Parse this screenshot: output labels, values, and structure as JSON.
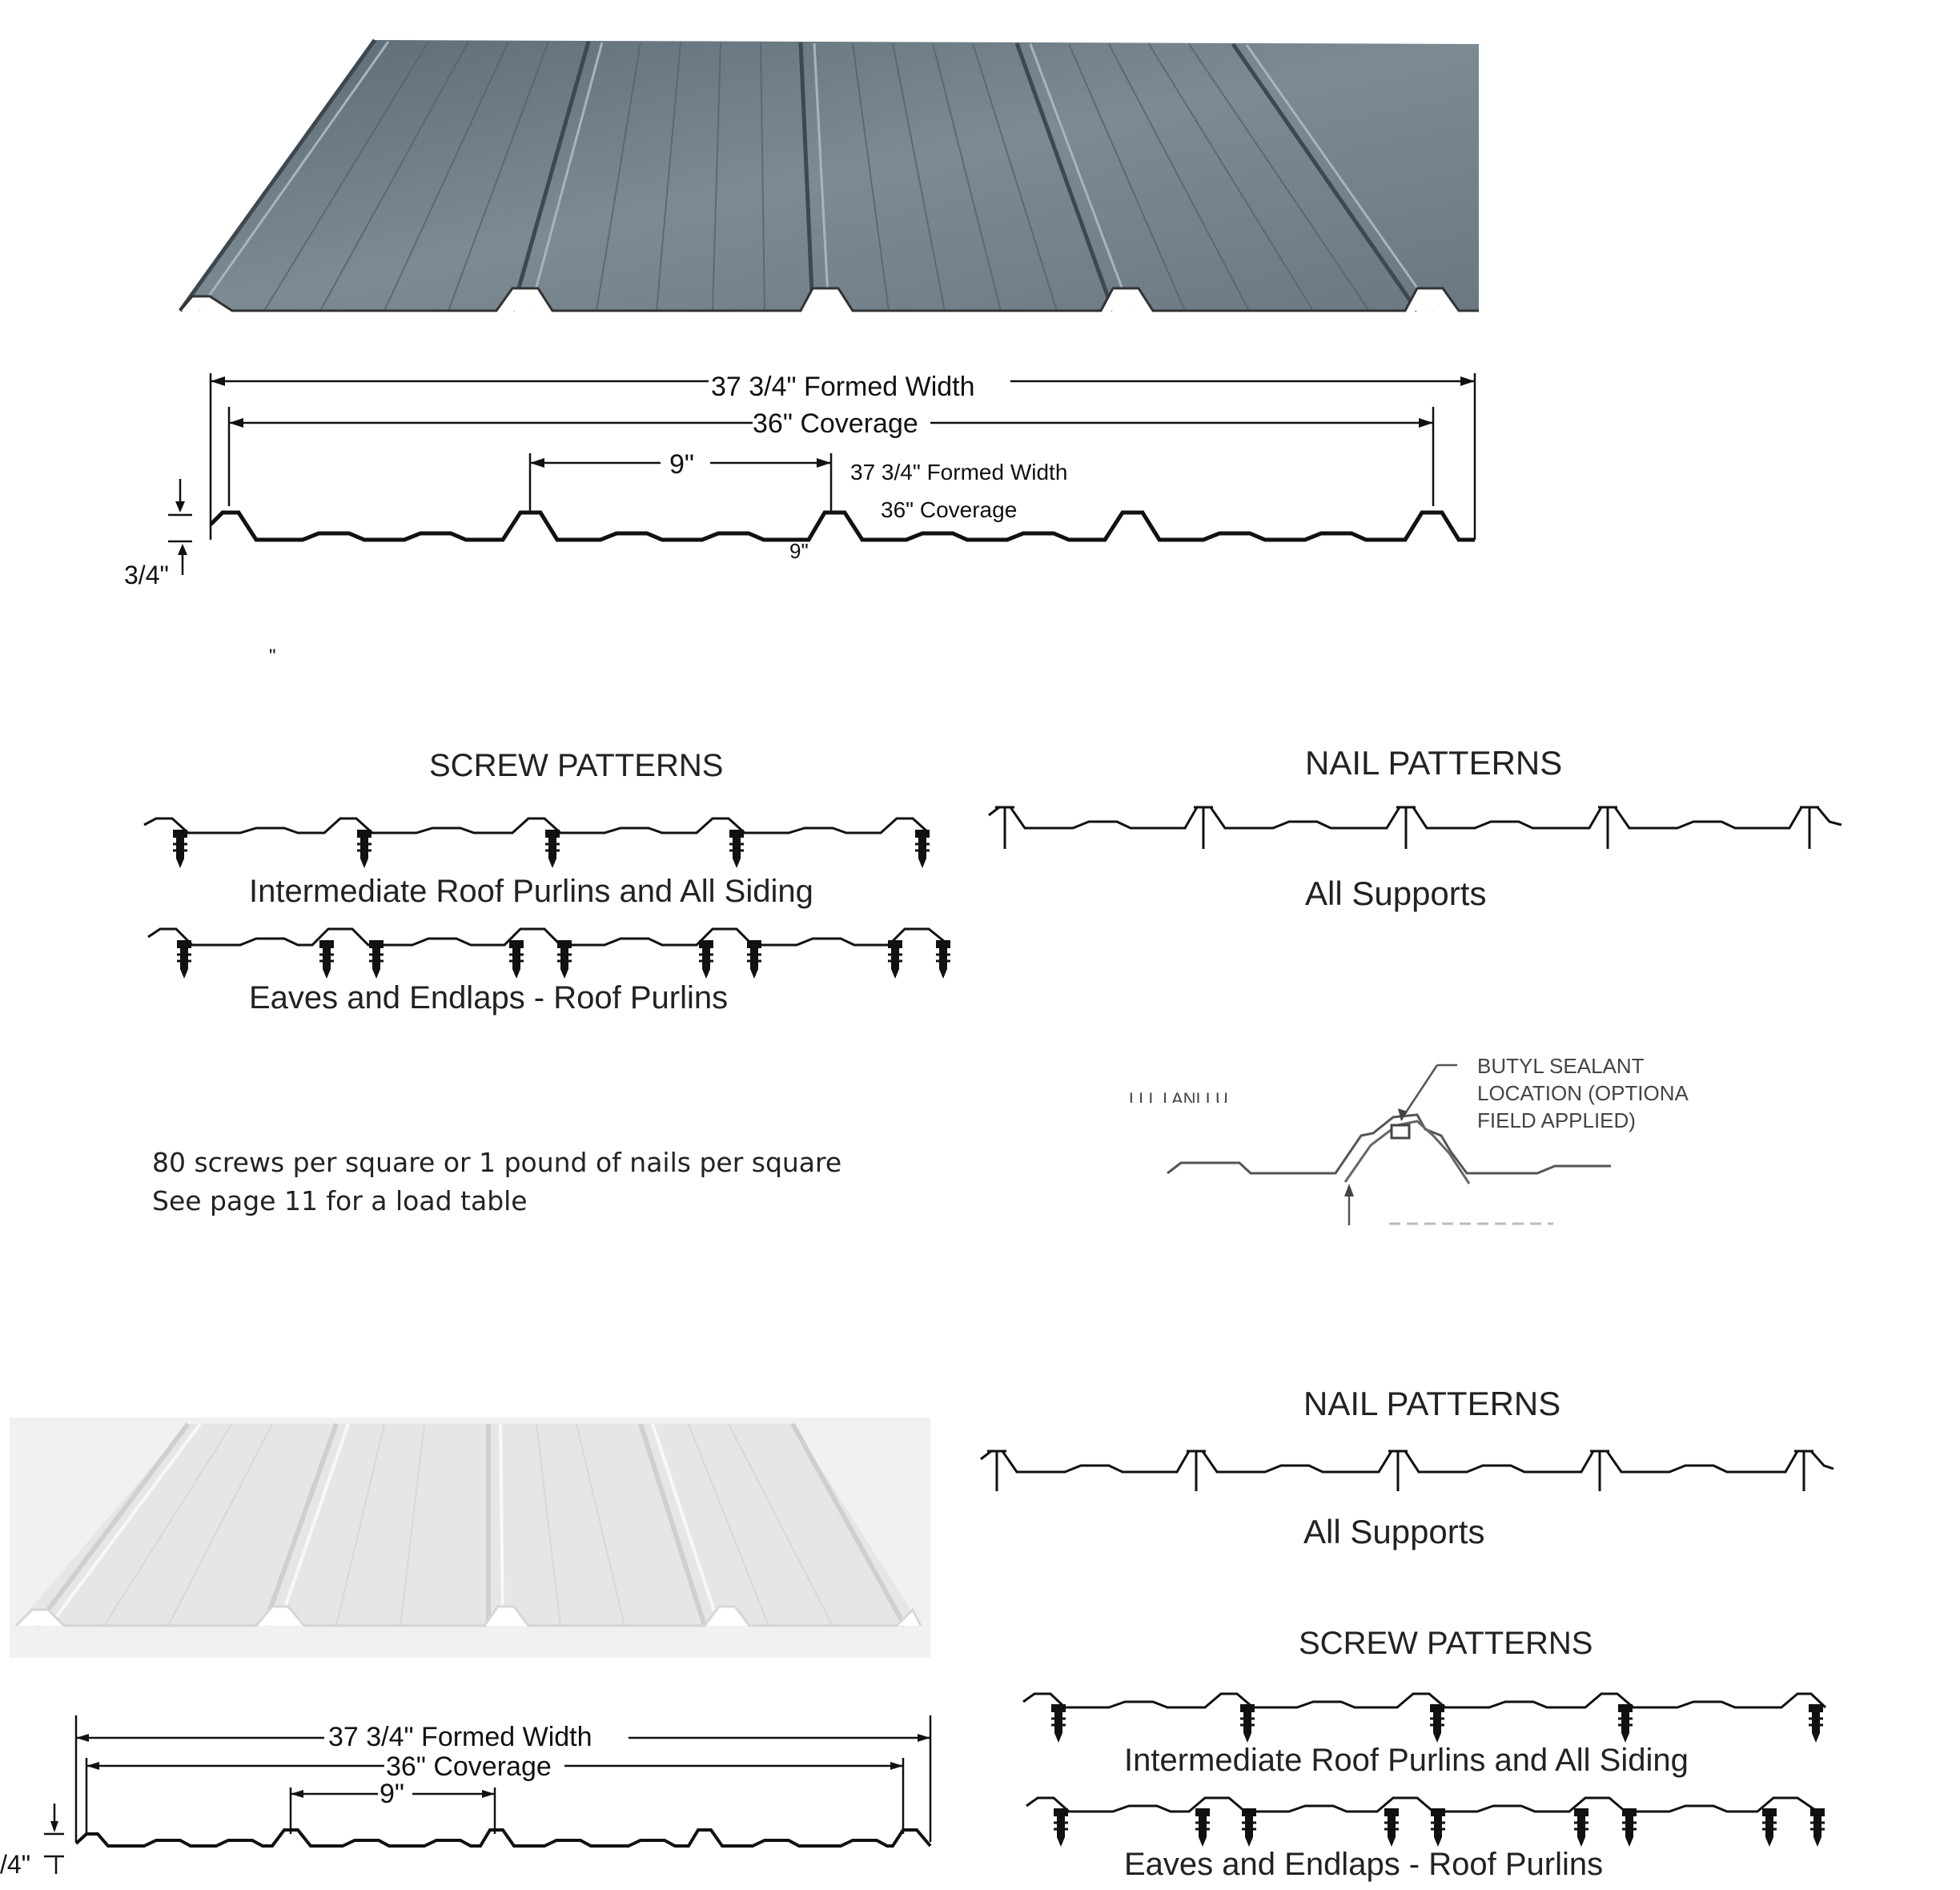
{
  "top": {
    "formed_width": "37 3/4\" Formed Width",
    "coverage": "36\" Coverage",
    "rib_spacing": "9\"",
    "inner_formed_width": "37 3/4\" Formed Width",
    "inner_coverage": "36\" Coverage",
    "inner_rib_spacing": "9\"",
    "rib_height": "3/4\"",
    "stray_mark": "\""
  },
  "screw_patterns": {
    "title": "SCREW PATTERNS",
    "intermediate_caption": "Intermediate Roof Purlins and All Siding",
    "eaves_caption": "Eaves and Endlaps - Roof Purlins"
  },
  "nail_patterns": {
    "title": "NAIL PATTERNS",
    "caption": "All Supports"
  },
  "notes": {
    "line1": "80 screws per square or 1 pound of nails per square",
    "line2": "See page 11 for a load table"
  },
  "sealant_detail": {
    "callout_line1": "BUTYL SEALANT",
    "callout_line2": "LOCATION (OPTIONA",
    "callout_line3": "FIELD APPLIED)",
    "cropped_label": "LLL I ANLLU."
  },
  "bottom_left": {
    "formed_width": "37 3/4\" Formed Width",
    "coverage": "36\" Coverage",
    "rib_spacing": "9\"",
    "rib_height": "/4\""
  },
  "bottom_right": {
    "nail_title": "NAIL PATTERNS",
    "nail_caption": "All Supports",
    "screw_title": "SCREW PATTERNS",
    "intermediate_caption": "Intermediate Roof Purlins and All Siding",
    "eaves_caption": "Eaves and Endlaps - Roof Purlins"
  },
  "colors": {
    "panel_gray": "#6c7a84",
    "panel_light": "#e4e4e4",
    "line": "#1a1a1a"
  }
}
